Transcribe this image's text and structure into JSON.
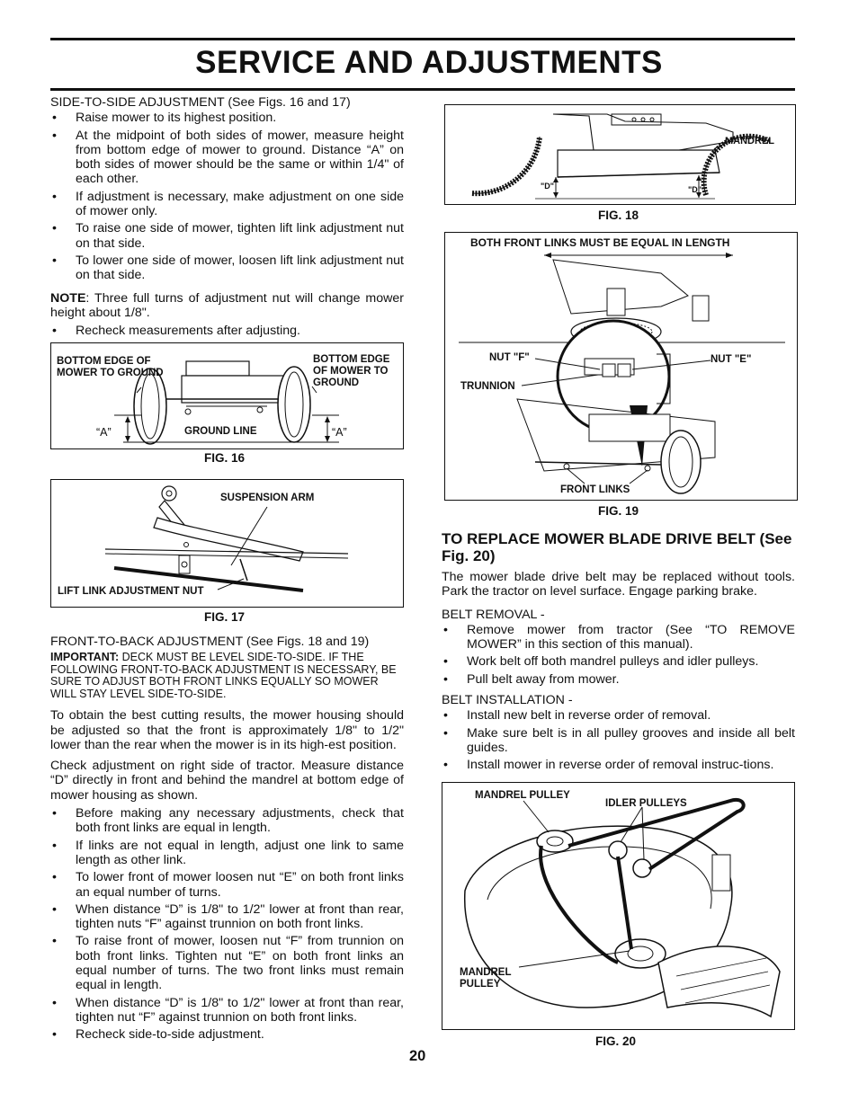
{
  "title": "SERVICE AND ADJUSTMENTS",
  "page_number": "20",
  "side_to_side": {
    "heading": "SIDE-TO-SIDE ADJUSTMENT (See Figs. 16 and 17)",
    "bullets": [
      "Raise mower to its highest position.",
      "At the midpoint of both sides of mower, measure height from bottom edge of mower to ground.   Distance “A” on both sides of mower should be the same or within 1/4\" of each other.",
      "If adjustment is necessary, make adjustment on one side of mower only.",
      "To raise one side of mower, tighten lift link adjustment nut on that side.",
      "To lower one side of mower, loosen lift link adjustment nut on that side."
    ],
    "note_label": "NOTE",
    "note_text": ":  Three full turns of adjustment nut will change mower height about 1/8\".",
    "recheck": "Recheck measurements after adjusting."
  },
  "fig16": {
    "caption": "FIG. 16",
    "label_left": "BOTTOM EDGE OF MOWER TO GROUND",
    "label_right": "BOTTOM EDGE OF MOWER TO GROUND",
    "a_left": "“A”",
    "a_right": "“A”",
    "ground": "GROUND LINE"
  },
  "fig17": {
    "caption": "FIG. 17",
    "suspension": "SUSPENSION ARM",
    "nut": "LIFT LINK ADJUSTMENT NUT"
  },
  "front_to_back": {
    "heading": "FRONT-TO-BACK ADJUSTMENT (See Figs. 18 and 19)",
    "important_label": "IMPORTANT:",
    "important_text": " DECK MUST BE LEVEL SIDE-TO-SIDE. IF THE FOLLOWING FRONT-TO-BACK ADJUSTMENT IS NECESSARY, BE SURE TO ADJUST BOTH FRONT LINKS  EQUALLY  SO MOWER  WILL STAY LEVEL SIDE-TO-SIDE.",
    "para1": "To obtain the best cutting results, the mower housing should be adjusted so that the front is approximately 1/8\" to 1/2\" lower than the rear when the mower is in its high-est position.",
    "para2": "Check adjustment on right side of tractor. Measure distance “D” directly in front and behind the mandrel at bottom edge of mower housing as shown.",
    "bullets": [
      "Before making any necessary adjustments, check that both front links are equal in length.",
      "If links are not equal in length, adjust one link to same length as other link.",
      "To lower front of mower loosen nut “E” on both front links an equal number of turns.",
      "When distance “D” is 1/8\" to 1/2\" lower at front than rear, tighten nuts “F” against trunnion on both front links.",
      "To raise front of mower, loosen nut “F” from trunnion on both front links. Tighten nut “E” on both front links an equal number of turns.  The two front links must remain equal in length.",
      "When distance “D” is 1/8\" to 1/2\" lower at front than rear, tighten nut “F” against trunnion on both front links.",
      "Recheck side-to-side adjustment."
    ]
  },
  "fig18": {
    "caption": "FIG. 18",
    "mandrel": "MANDREL",
    "d_left": "\"D\"",
    "d_right": "\"D\""
  },
  "fig19": {
    "caption": "FIG. 19",
    "top": "BOTH FRONT LINKS MUST BE EQUAL IN LENGTH",
    "nut_f": "NUT \"F\"",
    "nut_e": "NUT \"E\"",
    "trunnion": "TRUNNION",
    "front_links": "FRONT LINKS"
  },
  "replace_belt": {
    "heading": "TO REPLACE MOWER BLADE DRIVE BELT (See Fig. 20)",
    "intro": "The mower blade drive belt may be replaced without tools. Park the tractor on level surface.  Engage parking brake.",
    "removal_heading": "BELT REMOVAL -",
    "removal": [
      "Remove mower from tractor (See “TO REMOVE MOWER” in this section of this manual).",
      "Work belt off both mandrel pulleys and idler pulleys.",
      "Pull belt away from mower."
    ],
    "install_heading": "BELT INSTALLATION -",
    "install": [
      "Install new belt in reverse order of removal.",
      "Make sure belt is in all pulley grooves and inside all belt guides.",
      "Install  mower  in  reverse  order  of  removal  instruc-tions."
    ]
  },
  "fig20": {
    "caption": "FIG. 20",
    "mandrel_top": "MANDREL PULLEY",
    "idler": "IDLER PULLEYS",
    "mandrel_bottom": "MANDREL PULLEY"
  }
}
